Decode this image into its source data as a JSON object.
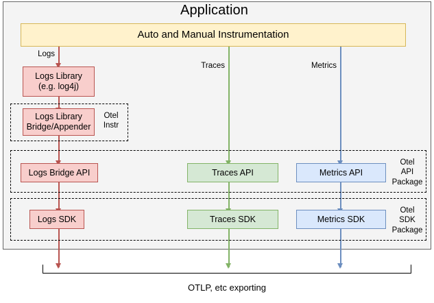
{
  "diagram": {
    "title": "Application",
    "instrumentation_bar": {
      "label": "Auto and Manual Instrumentation"
    },
    "signals": [
      {
        "name": "logs",
        "label": "Logs",
        "color": "#b85450"
      },
      {
        "name": "traces",
        "label": "Traces",
        "color": "#82b366"
      },
      {
        "name": "metrics",
        "label": "Metrics",
        "color": "#6c8ebf"
      }
    ],
    "nodes": {
      "logs_library": "Logs Library\n(e.g. log4j)",
      "logs_bridge_appender": "Logs Library\nBridge/Appender",
      "logs_bridge_api": "Logs Bridge API",
      "traces_api": "Traces API",
      "metrics_api": "Metrics API",
      "logs_sdk": "Logs SDK",
      "traces_sdk": "Traces SDK",
      "metrics_sdk": "Metrics SDK"
    },
    "groups": {
      "otel_instr": "Otel\nInstr",
      "otel_api_package": "Otel\nAPI\nPackage",
      "otel_sdk_package": "Otel\nSDK\nPackage"
    },
    "export": {
      "label": "OTLP, etc exporting"
    },
    "colors": {
      "logs_fill": "#f8cecc",
      "logs_stroke": "#b85450",
      "traces_fill": "#d5e8d4",
      "traces_stroke": "#82b366",
      "metrics_fill": "#dae8fc",
      "metrics_stroke": "#6c8ebf",
      "instrumentation_fill": "#fff2cc",
      "instrumentation_stroke": "#d6b656",
      "app_background": "#f4f4f4",
      "app_border": "#666666"
    }
  }
}
